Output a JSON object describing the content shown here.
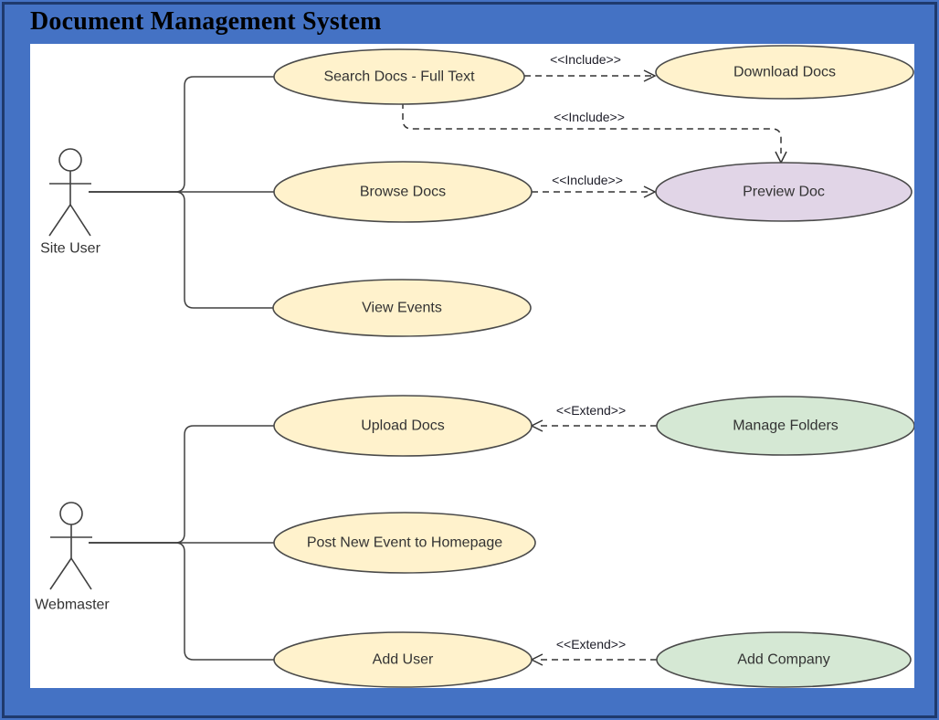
{
  "title": "Document Management System",
  "colors": {
    "frame_background": "#4472C4",
    "frame_border": "#1F3A6D",
    "canvas_background": "#FFFFFF",
    "shape_stroke": "#4A4A4A",
    "usecase_yellow": "#FFF2CC",
    "usecase_purple": "#E1D5E7",
    "usecase_green": "#D5E8D4",
    "actor_head_fill": "#DAE8FC",
    "text": "#333333"
  },
  "actors": [
    {
      "label": "Site User"
    },
    {
      "label": "Webmaster"
    }
  ],
  "use_cases": [
    {
      "label": "Search Docs - Full Text",
      "fill": "#FFF2CC"
    },
    {
      "label": "Download Docs",
      "fill": "#FFF2CC"
    },
    {
      "label": "Browse Docs",
      "fill": "#FFF2CC"
    },
    {
      "label": "Preview Doc",
      "fill": "#E1D5E7"
    },
    {
      "label": "View Events",
      "fill": "#FFF2CC"
    },
    {
      "label": "Upload Docs",
      "fill": "#FFF2CC"
    },
    {
      "label": "Manage Folders",
      "fill": "#D5E8D4"
    },
    {
      "label": "Post New Event to Homepage",
      "fill": "#FFF2CC"
    },
    {
      "label": "Add User",
      "fill": "#FFF2CC"
    },
    {
      "label": "Add Company",
      "fill": "#D5E8D4"
    }
  ],
  "relationships": [
    {
      "label": "<<Include>>",
      "from": "Search Docs - Full Text",
      "to": "Download Docs"
    },
    {
      "label": "<<Include>>",
      "from": "Search Docs - Full Text",
      "to": "Preview Doc"
    },
    {
      "label": "<<Include>>",
      "from": "Browse Docs",
      "to": "Preview Doc"
    },
    {
      "label": "<<Extend>>",
      "from": "Manage Folders",
      "to": "Upload Docs"
    },
    {
      "label": "<<Extend>>",
      "from": "Add Company",
      "to": "Add User"
    }
  ]
}
